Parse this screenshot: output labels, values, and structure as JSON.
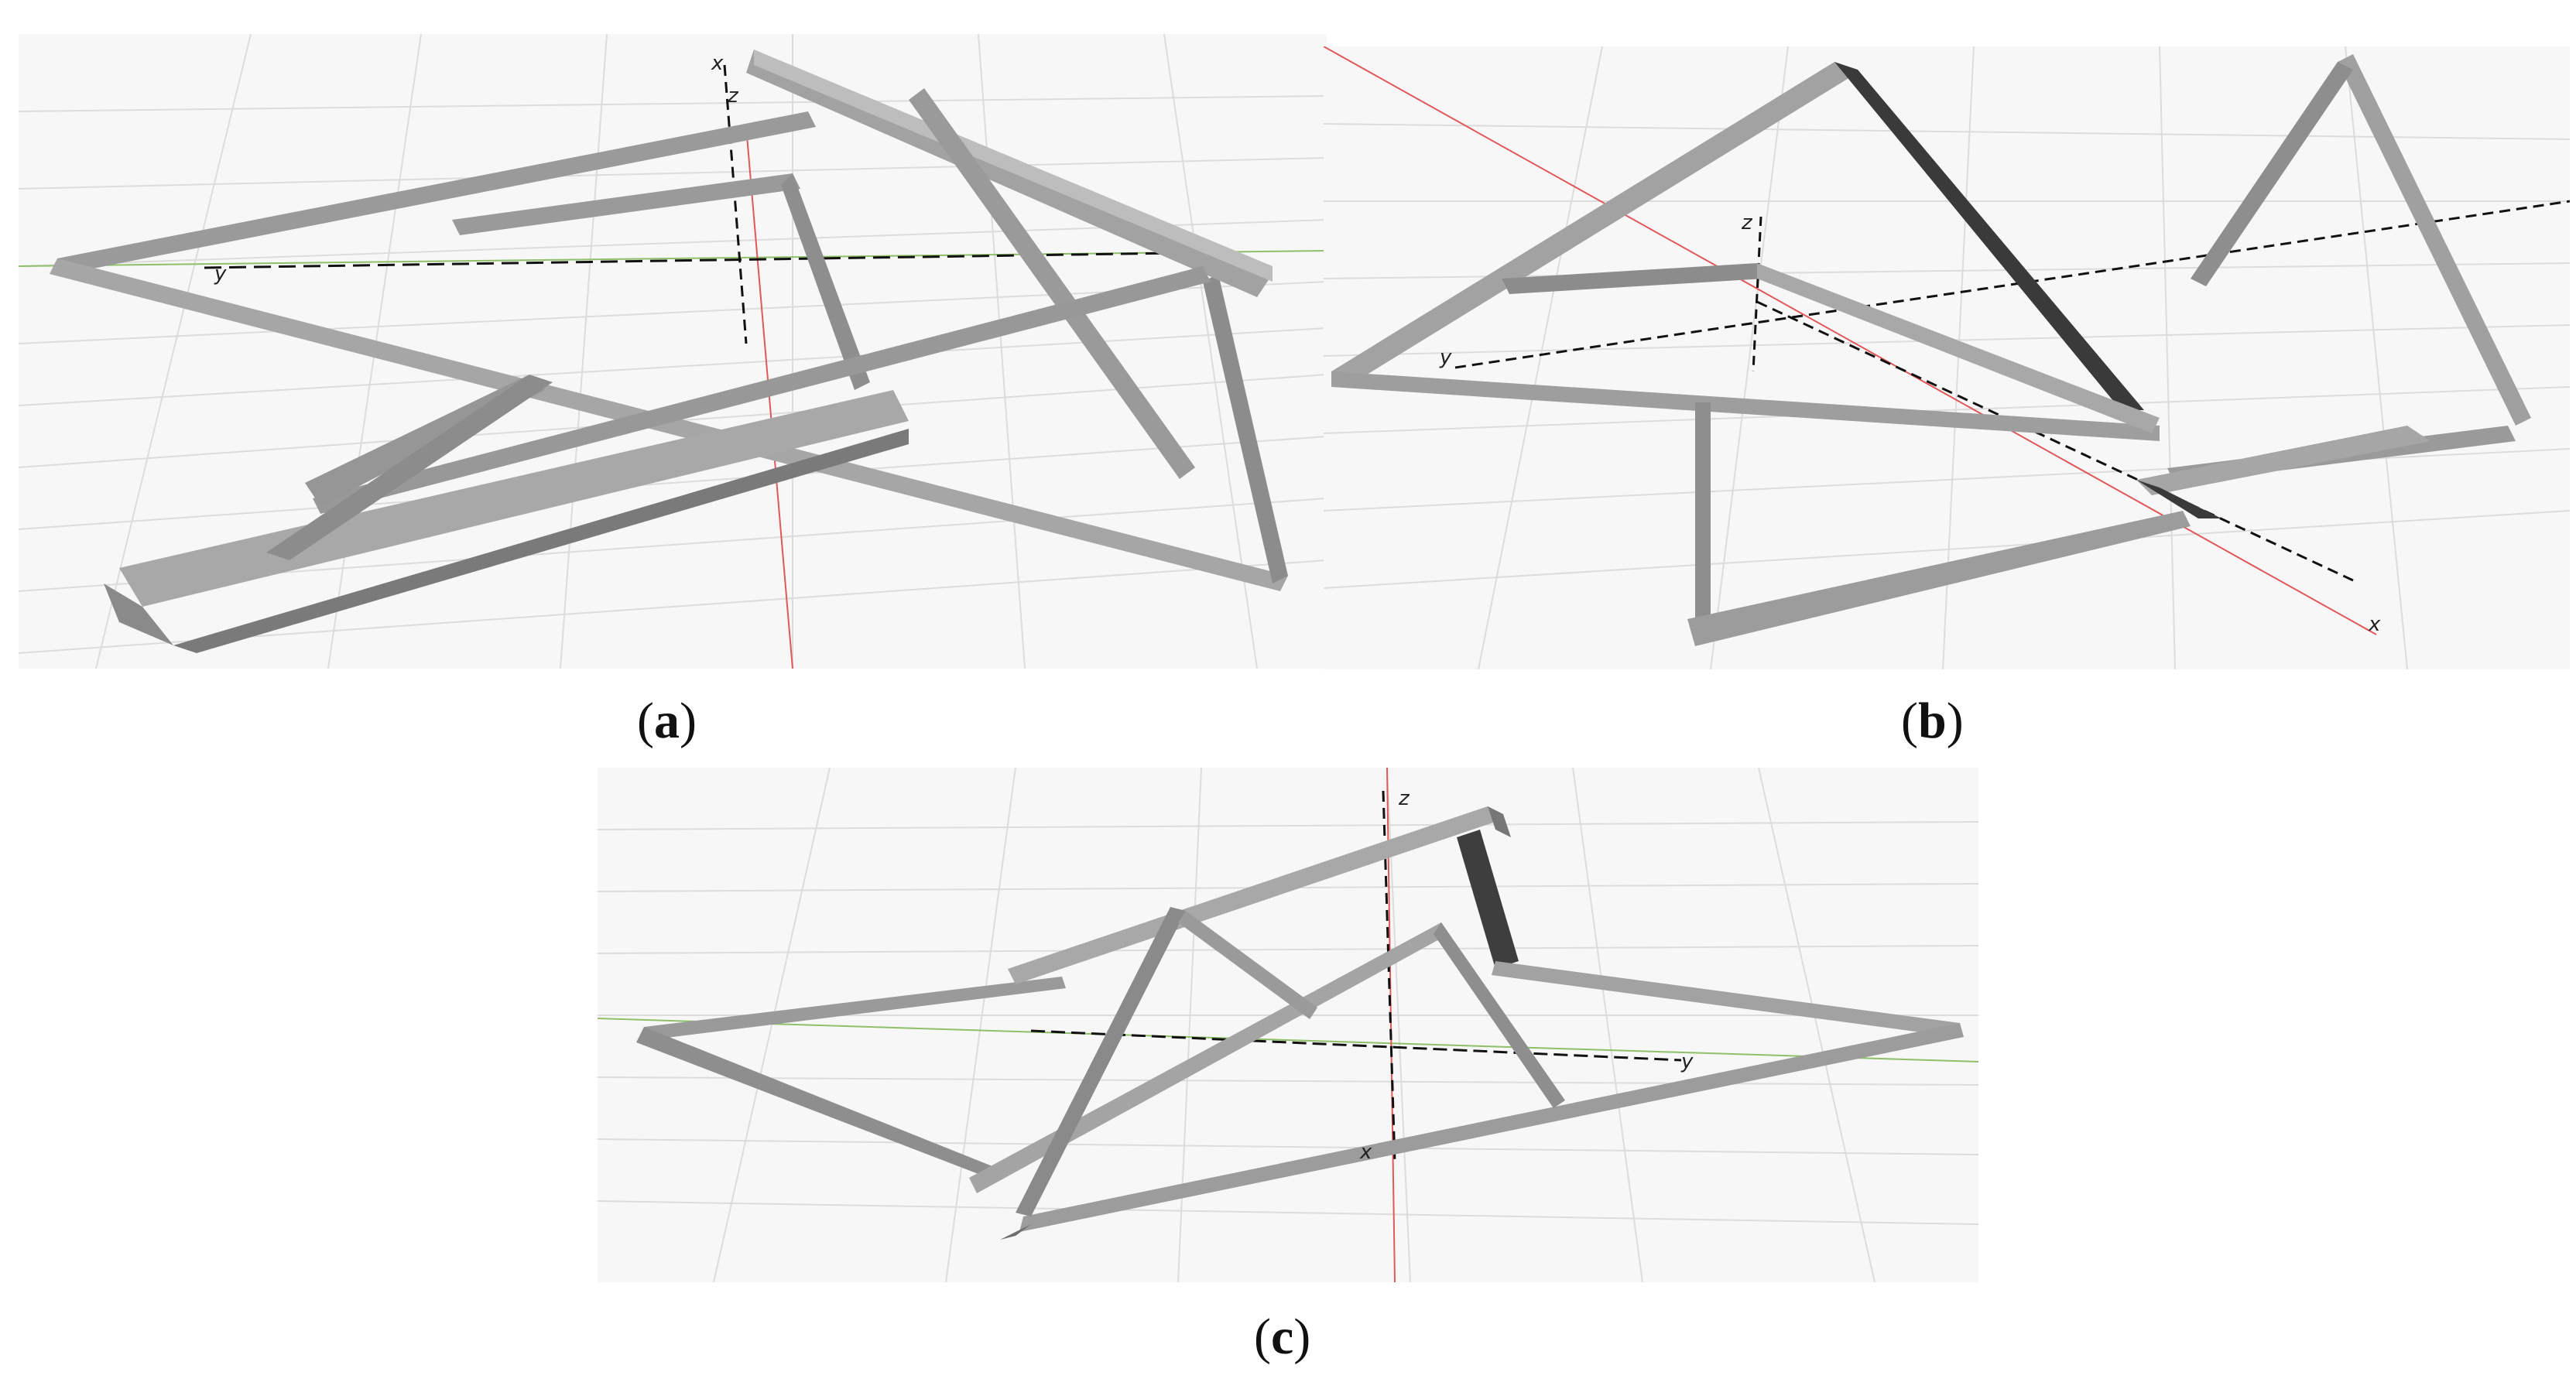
{
  "figure": {
    "panels": [
      {
        "id": "a",
        "caption_open": "(",
        "caption_letter": "a",
        "caption_close": ")",
        "axis_labels": {
          "x": "x",
          "y": "y",
          "z": "z"
        }
      },
      {
        "id": "b",
        "caption_open": "(",
        "caption_letter": "b",
        "caption_close": ")",
        "axis_labels": {
          "x": "x",
          "y": "y",
          "z": "z"
        }
      },
      {
        "id": "c",
        "caption_open": "(",
        "caption_letter": "c",
        "caption_close": ")",
        "axis_labels": {
          "x": "x",
          "y": "y",
          "z": "z"
        }
      }
    ]
  },
  "colors": {
    "background": "#f7f7f7",
    "grid": "#d9d9d9",
    "beam": "#9a9a9a",
    "beam_light": "#bdbdbd",
    "beam_dark": "#6e6e6e",
    "beam_shadow": "#3a3a3a",
    "axis_red": "#e0585a",
    "axis_green": "#8fbf6a",
    "axis_black": "#111111"
  }
}
